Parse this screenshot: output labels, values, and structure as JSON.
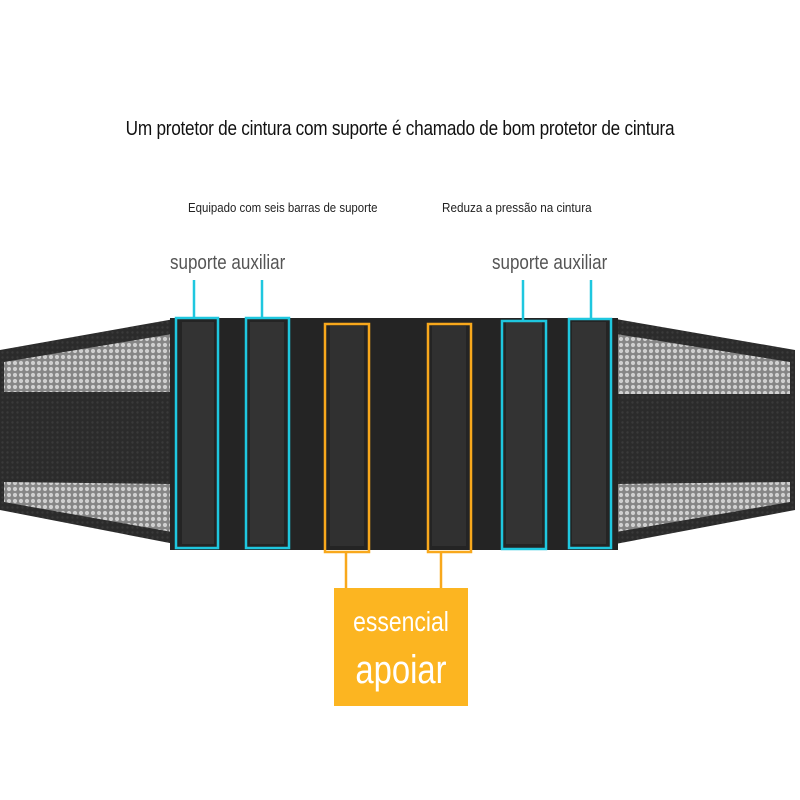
{
  "headline": "Um protetor de cintura com suporte é chamado de bom protetor de cintura",
  "subtitles": {
    "left": "Equipado com seis barras de suporte",
    "right": "Reduza a pressão na cintura"
  },
  "labels": {
    "auxiliary_left": "suporte auxiliar",
    "auxiliary_right": "suporte auxiliar"
  },
  "callout": {
    "line1": "essencial",
    "line2": "apoiar"
  },
  "colors": {
    "auxiliary_outline": "#1fc7df",
    "essential_outline": "#f8a81c",
    "callout_fill": "#fcb521",
    "belt_dark": "#262626",
    "mesh_light": "#bdbdbd"
  }
}
